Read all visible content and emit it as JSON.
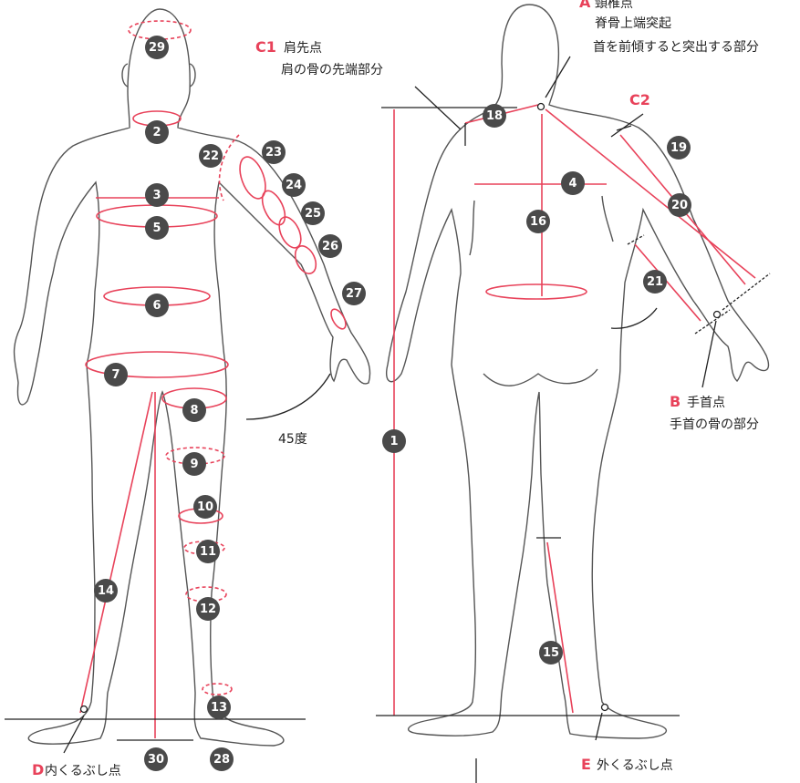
{
  "colors": {
    "accent": "#e8425a",
    "badge": "#4a4a4a",
    "outline": "#555555"
  },
  "points": {
    "A": {
      "letter": "A",
      "title": "頸椎点",
      "line1": "脊骨上端突起",
      "line2": "首を前傾すると突出する部分"
    },
    "B": {
      "letter": "B",
      "title": "手首点",
      "line1": "手首の骨の部分"
    },
    "C1": {
      "letter": "C1",
      "title": "肩先点",
      "line1": "肩の骨の先端部分"
    },
    "C2": {
      "letter": "C2"
    },
    "D": {
      "letter": "D",
      "title": "内くるぶし点"
    },
    "E": {
      "letter": "E",
      "title": "外くるぶし点"
    }
  },
  "angle_label": "45度",
  "badges": [
    "1",
    "2",
    "3",
    "4",
    "5",
    "6",
    "7",
    "8",
    "9",
    "10",
    "11",
    "12",
    "13",
    "14",
    "15",
    "16",
    "18",
    "19",
    "20",
    "21",
    "22",
    "23",
    "24",
    "25",
    "26",
    "27",
    "28",
    "29",
    "30"
  ]
}
